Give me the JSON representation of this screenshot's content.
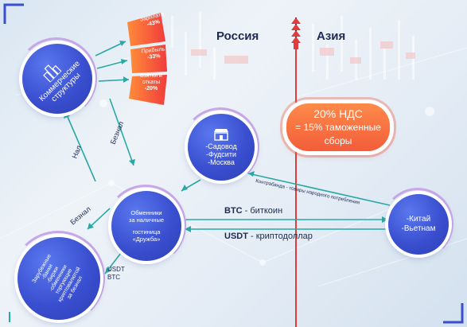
{
  "header": {
    "left_region": "Россия",
    "right_region": "Азия"
  },
  "commercial": {
    "label": "Коммерческие структуры"
  },
  "bars": [
    {
      "title": "Зарплата",
      "value": "-43%"
    },
    {
      "title": "Прибыль",
      "value": "-33%"
    },
    {
      "title": "Взятки и откаты",
      "value": "-20%"
    }
  ],
  "markets": {
    "lines": [
      "-Садовод",
      "-Фудсити",
      "-Москва"
    ]
  },
  "exchangers": {
    "lines": [
      "Обменники",
      "за наличные",
      "",
      "гостиница",
      "«Дружба»"
    ]
  },
  "foreign": {
    "lines": [
      "Зарубежные",
      "-банки",
      "-биржи",
      "-обменники",
      "торгующие",
      "криптовалютой",
      "за безнал"
    ]
  },
  "asia_node": {
    "lines": [
      "-Китай",
      "-Вьетнам"
    ]
  },
  "tax_pill": {
    "line1": "20% НДС",
    "line2": "= 15% таможенные",
    "line3": "сборы"
  },
  "arrow_labels": {
    "nal": "Нал",
    "beznal_top": "Безнал",
    "beznal_left": "Безнал",
    "usdt_btc_1": "USDT",
    "usdt_btc_2": "BTC",
    "contraband": "Контрабанда - товары народного потребления"
  },
  "crypto": {
    "btc_code": "BTC",
    "btc_name": " - биткоин",
    "usdt_code": "USDT",
    "usdt_name": " - криптодоллар"
  },
  "colors": {
    "accent_blue": "#3a4fd0",
    "accent_orange": "#f25d3a",
    "border_red": "#e23b3b",
    "arrow_teal": "#2aa9a4"
  }
}
